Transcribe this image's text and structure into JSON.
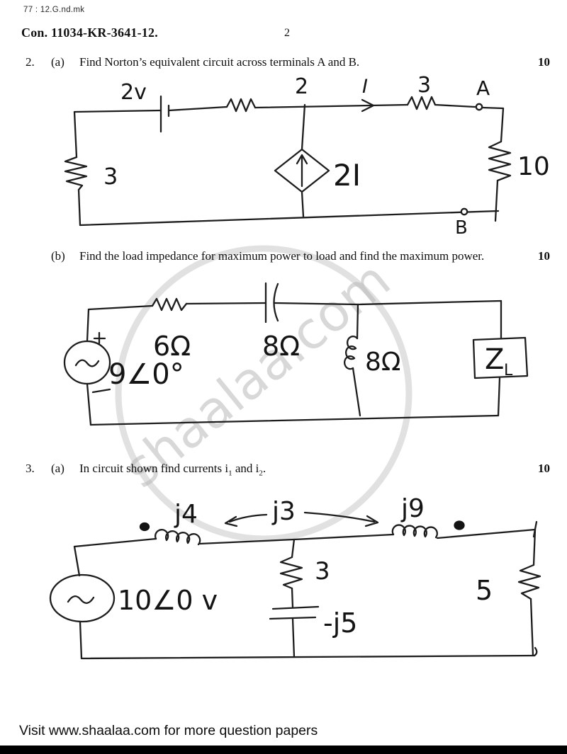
{
  "header": {
    "corner_note": "77 : 12.G.nd.mk",
    "exam_code": "Con. 11034-KR-3641-12.",
    "page_number": "2"
  },
  "questions": {
    "q2a": {
      "number": "2.",
      "part": "(a)",
      "text": "Find Norton’s equivalent circuit across terminals A and B.",
      "marks": "10"
    },
    "q2b": {
      "part": "(b)",
      "text": "Find the load impedance for maximum power to load and find the maximum power.",
      "marks": "10"
    },
    "q3a": {
      "number": "3.",
      "part": "(a)",
      "text_before": "In circuit shown find currents i",
      "sub1": "1",
      "text_mid": " and i",
      "sub2": "2",
      "text_after": ".",
      "marks": "10"
    }
  },
  "circuits": {
    "norton": {
      "source": "2v",
      "r_top_left": "2",
      "current": "I",
      "r_top_right": "3",
      "terminal_a": "A",
      "r_right": "10",
      "r_left": "3",
      "dep_source": "2I",
      "terminal_b": "B"
    },
    "max_power": {
      "source": "9∠0°",
      "r_series": "6Ω",
      "c_series": "8Ω",
      "l_shunt": "8Ω",
      "load": "Z",
      "load_sub": "L"
    },
    "coupled": {
      "source": "10∠0 v",
      "l_left": "j4",
      "mutual": "j3",
      "l_right": "j9",
      "r_mid": "3",
      "c_mid": "-j5",
      "r_right": "5"
    }
  },
  "watermark": {
    "text": "shaalaa.com"
  },
  "footer": {
    "text": "Visit www.shaalaa.com for more question papers"
  },
  "colors": {
    "ink": "#1d1d1d",
    "watermark": "#c6c6c6",
    "bottom_bar": "#000000"
  }
}
